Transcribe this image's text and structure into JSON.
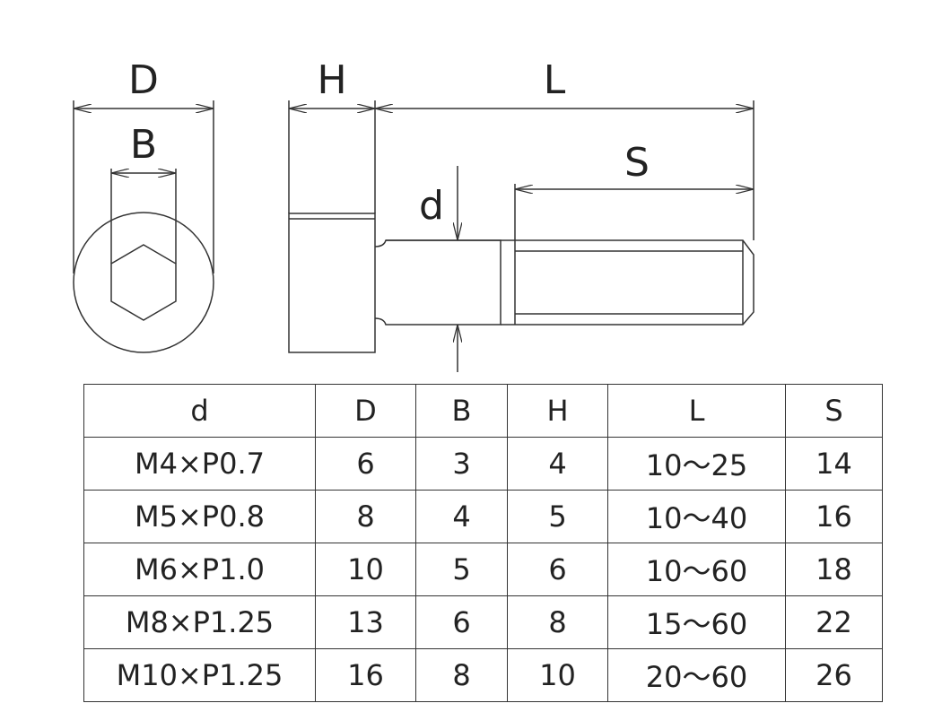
{
  "dimension_labels": {
    "head_diameter": "D",
    "socket_width": "B",
    "head_height": "H",
    "length": "L",
    "thread_length": "S",
    "thread_diameter": "d"
  },
  "spec_table": {
    "headers": [
      "d",
      "D",
      "B",
      "H",
      "L",
      "S"
    ],
    "rows": [
      [
        "M4×P0.7",
        "6",
        "3",
        "4",
        "10～25",
        "14"
      ],
      [
        "M5×P0.8",
        "8",
        "4",
        "5",
        "10～40",
        "16"
      ],
      [
        "M6×P1.0",
        "10",
        "5",
        "6",
        "10～60",
        "18"
      ],
      [
        "M8×P1.25",
        "13",
        "6",
        "8",
        "15～60",
        "22"
      ],
      [
        "M10×P1.25",
        "16",
        "8",
        "10",
        "20～60",
        "26"
      ]
    ]
  },
  "colors": {
    "line": "#333333",
    "text": "#222222"
  }
}
